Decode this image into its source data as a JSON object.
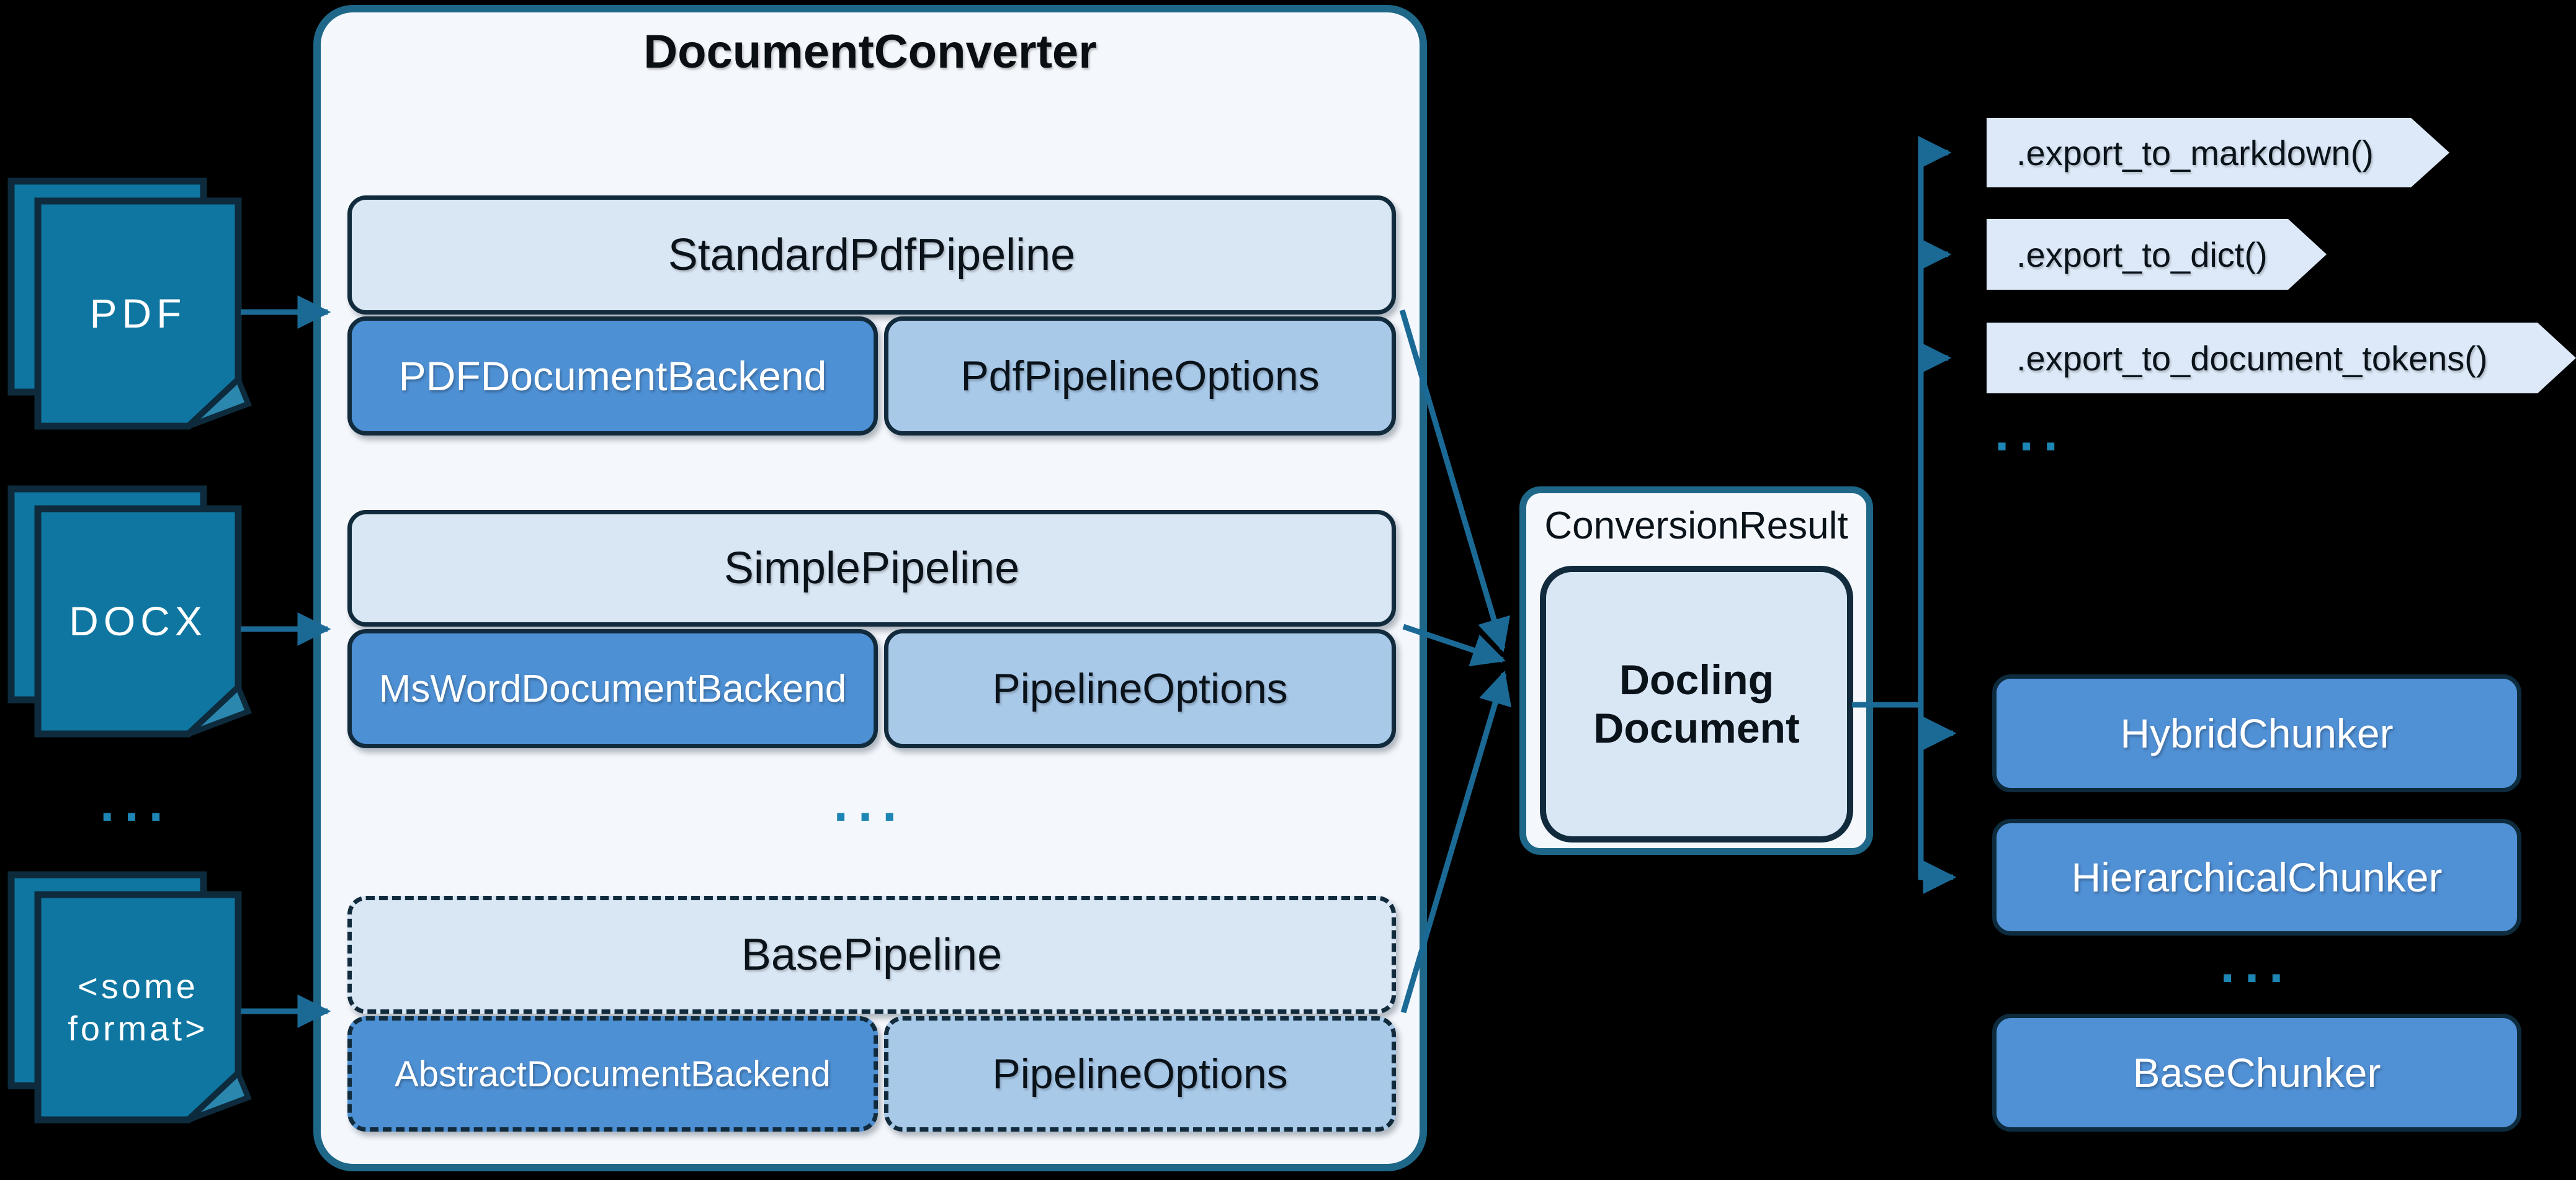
{
  "title": "DocumentConverter",
  "inputs": {
    "pdf": "PDF",
    "docx": "DOCX",
    "ellipsis": "...",
    "some_format": {
      "line1": "<some",
      "line2": "format>"
    }
  },
  "converter": {
    "pipelines": [
      {
        "name": "StandardPdfPipeline",
        "backend": "PDFDocumentBackend",
        "options": "PdfPipelineOptions"
      },
      {
        "name": "SimplePipeline",
        "backend": "MsWordDocumentBackend",
        "options": "PipelineOptions"
      },
      {
        "name": "BasePipeline",
        "backend": "AbstractDocumentBackend",
        "options": "PipelineOptions"
      }
    ],
    "ellipsis": "..."
  },
  "result": {
    "label": "ConversionResult",
    "doc_line1": "Docling",
    "doc_line2": "Document"
  },
  "exports": {
    "items": [
      ".export_to_markdown()",
      ".export_to_dict()",
      ".export_to_document_tokens()"
    ],
    "ellipsis": "..."
  },
  "chunkers": {
    "items": [
      "HybridChunker",
      "HierarchicalChunker"
    ],
    "ellipsis": "...",
    "base": "BaseChunker"
  },
  "colors": {
    "canvas_bg": "#000000",
    "teal_line": "#1b6a96",
    "doc_fill": "#0e76a0",
    "container_border": "#1e6788",
    "dark_border": "#112b3c",
    "light_box": "#d9e6f4",
    "mid_blue": "#4e90d4",
    "pale_blue": "#a9c9e9",
    "chevron_fill": "#dde9f8",
    "dots": "#1d86b4"
  }
}
